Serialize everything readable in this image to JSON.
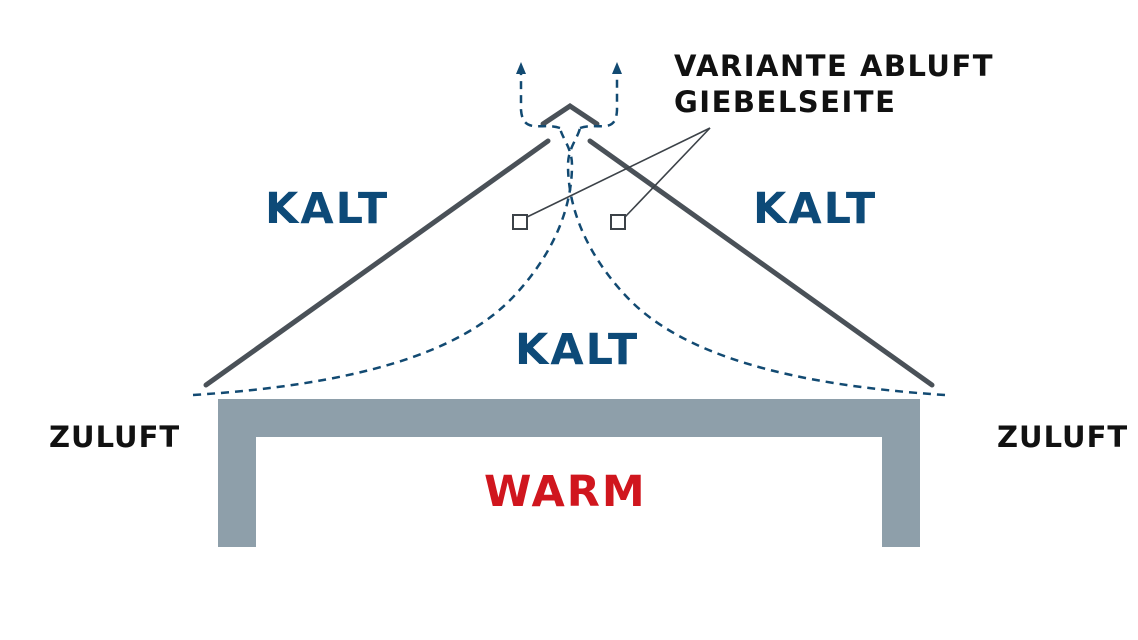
{
  "colors": {
    "cold_text": "#0d4a78",
    "warm_text": "#d0161e",
    "airflow_line": "#124a72",
    "roof_line": "#4a5158",
    "slab_fill": "#8e9faa",
    "callout_line": "#3c4248",
    "body_text": "#111111"
  },
  "labels": {
    "kalt_left": "KALT",
    "kalt_right": "KALT",
    "kalt_center": "KALT",
    "warm": "WARM",
    "zuluft_left": "ZULUFT",
    "zuluft_right": "ZULUFT",
    "callout_line1": "VARIANTE ABLUFT",
    "callout_line2": "GIEBELSEITE"
  },
  "icons": {
    "vent_left": "square-vent-icon",
    "vent_right": "square-vent-icon",
    "arrow_left": "arrow-up-icon",
    "arrow_right": "arrow-up-icon"
  }
}
